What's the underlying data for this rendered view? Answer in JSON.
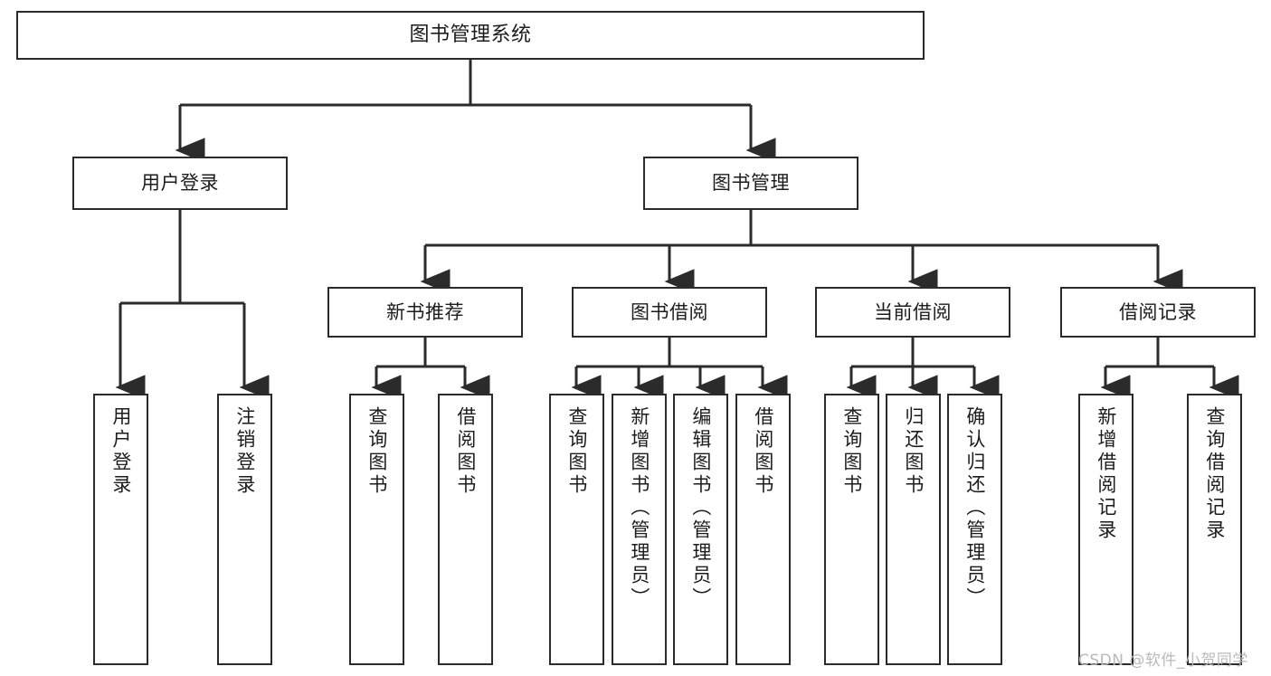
{
  "diagram": {
    "title": "图书管理系统",
    "type": "hierarchy-tree",
    "colors": {
      "background": "#ffffff",
      "box_border": "#2b2b2b",
      "box_fill": "#ffffff",
      "connector": "#2b2b2b",
      "text": "#1c1c1c",
      "watermark": "#b9b9b9"
    },
    "root": {
      "label": "图书管理系统"
    },
    "level1": [
      {
        "label": "用户登录"
      },
      {
        "label": "图书管理"
      }
    ],
    "level2": [
      {
        "label": "新书推荐"
      },
      {
        "label": "图书借阅"
      },
      {
        "label": "当前借阅"
      },
      {
        "label": "借阅记录"
      }
    ],
    "leaves": {
      "user_login": [
        {
          "label": "用户登录"
        },
        {
          "label": "注销登录"
        }
      ],
      "new_book_recommend": [
        {
          "label": "查询图书"
        },
        {
          "label": "借阅图书"
        }
      ],
      "book_borrow": [
        {
          "label": "查询图书"
        },
        {
          "label": "新增图书（管理员）"
        },
        {
          "label": "编辑图书（管理员）"
        },
        {
          "label": "借阅图书"
        }
      ],
      "current_borrow": [
        {
          "label": "查询图书"
        },
        {
          "label": "归还图书"
        },
        {
          "label": "确认归还（管理员）"
        }
      ],
      "borrow_record": [
        {
          "label": "新增借阅记录"
        },
        {
          "label": "查询借阅记录"
        }
      ]
    },
    "watermark": "CSDN @软件_小贺同学"
  }
}
